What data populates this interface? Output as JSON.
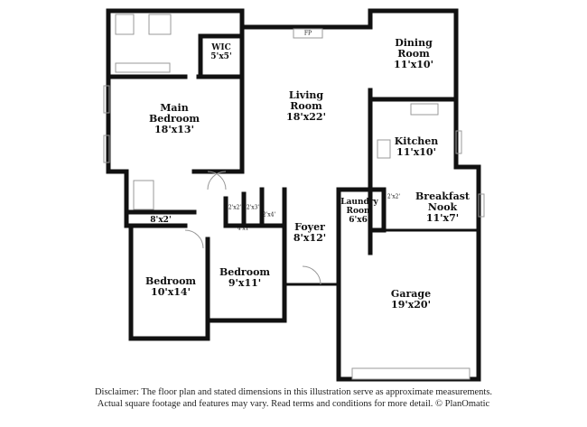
{
  "rooms": [
    {
      "name": "Main Bedroom",
      "dim": "18'x13'"
    },
    {
      "name": "WIC",
      "dim": "5'x5'"
    },
    {
      "name": "Living Room",
      "dim": "18'x22'"
    },
    {
      "name": "Dining Room",
      "dim": "11'x10'"
    },
    {
      "name": "Kitchen",
      "dim": "11'x10'"
    },
    {
      "name": "Breakfast Nook",
      "dim": "11'x7'"
    },
    {
      "name": "Laundry Room",
      "dim": "6'x6'"
    },
    {
      "name": "Foyer",
      "dim": "8'x12'"
    },
    {
      "name": "Garage",
      "dim": "19'x20'"
    },
    {
      "name": "Bedroom",
      "dim": "10'x14'"
    },
    {
      "name": "Bedroom",
      "dim": "9'x11'"
    }
  ],
  "closets": [
    "8'x2'",
    "2'x2'",
    "2'x3'",
    "2'x4'",
    "4'x1'",
    "2'x2'"
  ],
  "fireplace": "FP",
  "disclaimer": [
    "Disclaimer: The floor plan and stated dimensions in this illustration serve as approximate measurements.",
    "Actual square footage and features may vary. Read terms and conditions for more detail. © PlanOmatic"
  ]
}
